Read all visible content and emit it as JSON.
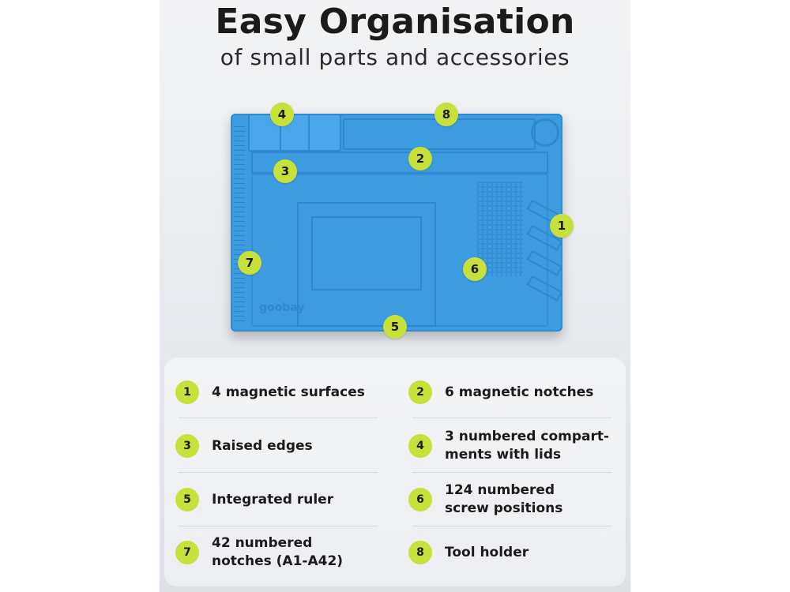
{
  "header": {
    "title": "Easy Organisation",
    "subtitle": "of small parts and accessories"
  },
  "mat": {
    "brand": "goobay",
    "markers": [
      "1",
      "2",
      "3",
      "4",
      "5",
      "6",
      "7",
      "8"
    ]
  },
  "legend": {
    "items": [
      {
        "num": "1",
        "text": "4 magnetic surfaces"
      },
      {
        "num": "2",
        "text": "6 magnetic notches"
      },
      {
        "num": "3",
        "text": "Raised edges"
      },
      {
        "num": "4",
        "text": "3 numbered compart-\nments with lids"
      },
      {
        "num": "5",
        "text": "Integrated ruler"
      },
      {
        "num": "6",
        "text": "124 numbered\nscrew positions"
      },
      {
        "num": "7",
        "text": "42 numbered\nnotches (A1-A42)"
      },
      {
        "num": "8",
        "text": "Tool holder"
      }
    ]
  },
  "colors": {
    "accent": "#c8e03a",
    "mat": "#3d9be0"
  }
}
